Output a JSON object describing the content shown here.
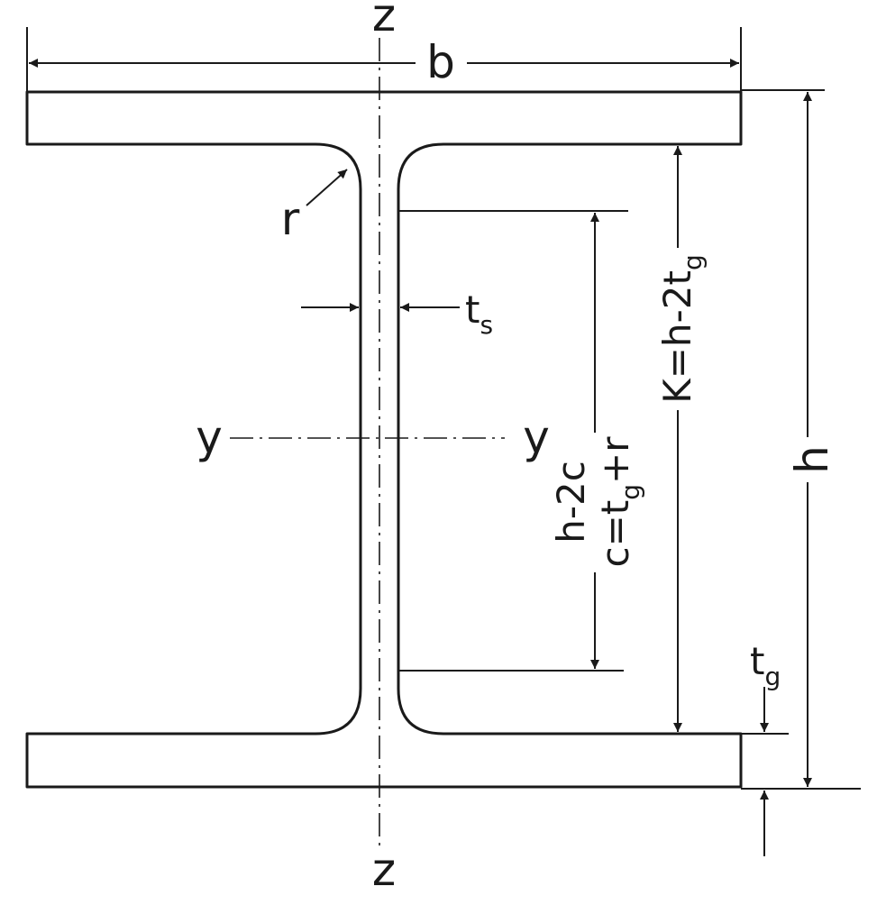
{
  "diagram": {
    "labels": {
      "z_top": "z",
      "z_bottom": "z",
      "width": "b",
      "height": "h",
      "radius": "r",
      "y_left": "y",
      "y_right": "y",
      "web_thickness": {
        "base": "t",
        "sub": "s"
      },
      "flange_thickness": {
        "base": "t",
        "sub": "g"
      },
      "inner_height": "h-2c",
      "c_formula": {
        "pre": "c=t",
        "sub": "g",
        "post": "+r"
      },
      "k_formula": {
        "pre": "K=h-2t",
        "sub": "g"
      }
    },
    "colors": {
      "line": "#1a1a1a",
      "background": "#ffffff"
    }
  }
}
